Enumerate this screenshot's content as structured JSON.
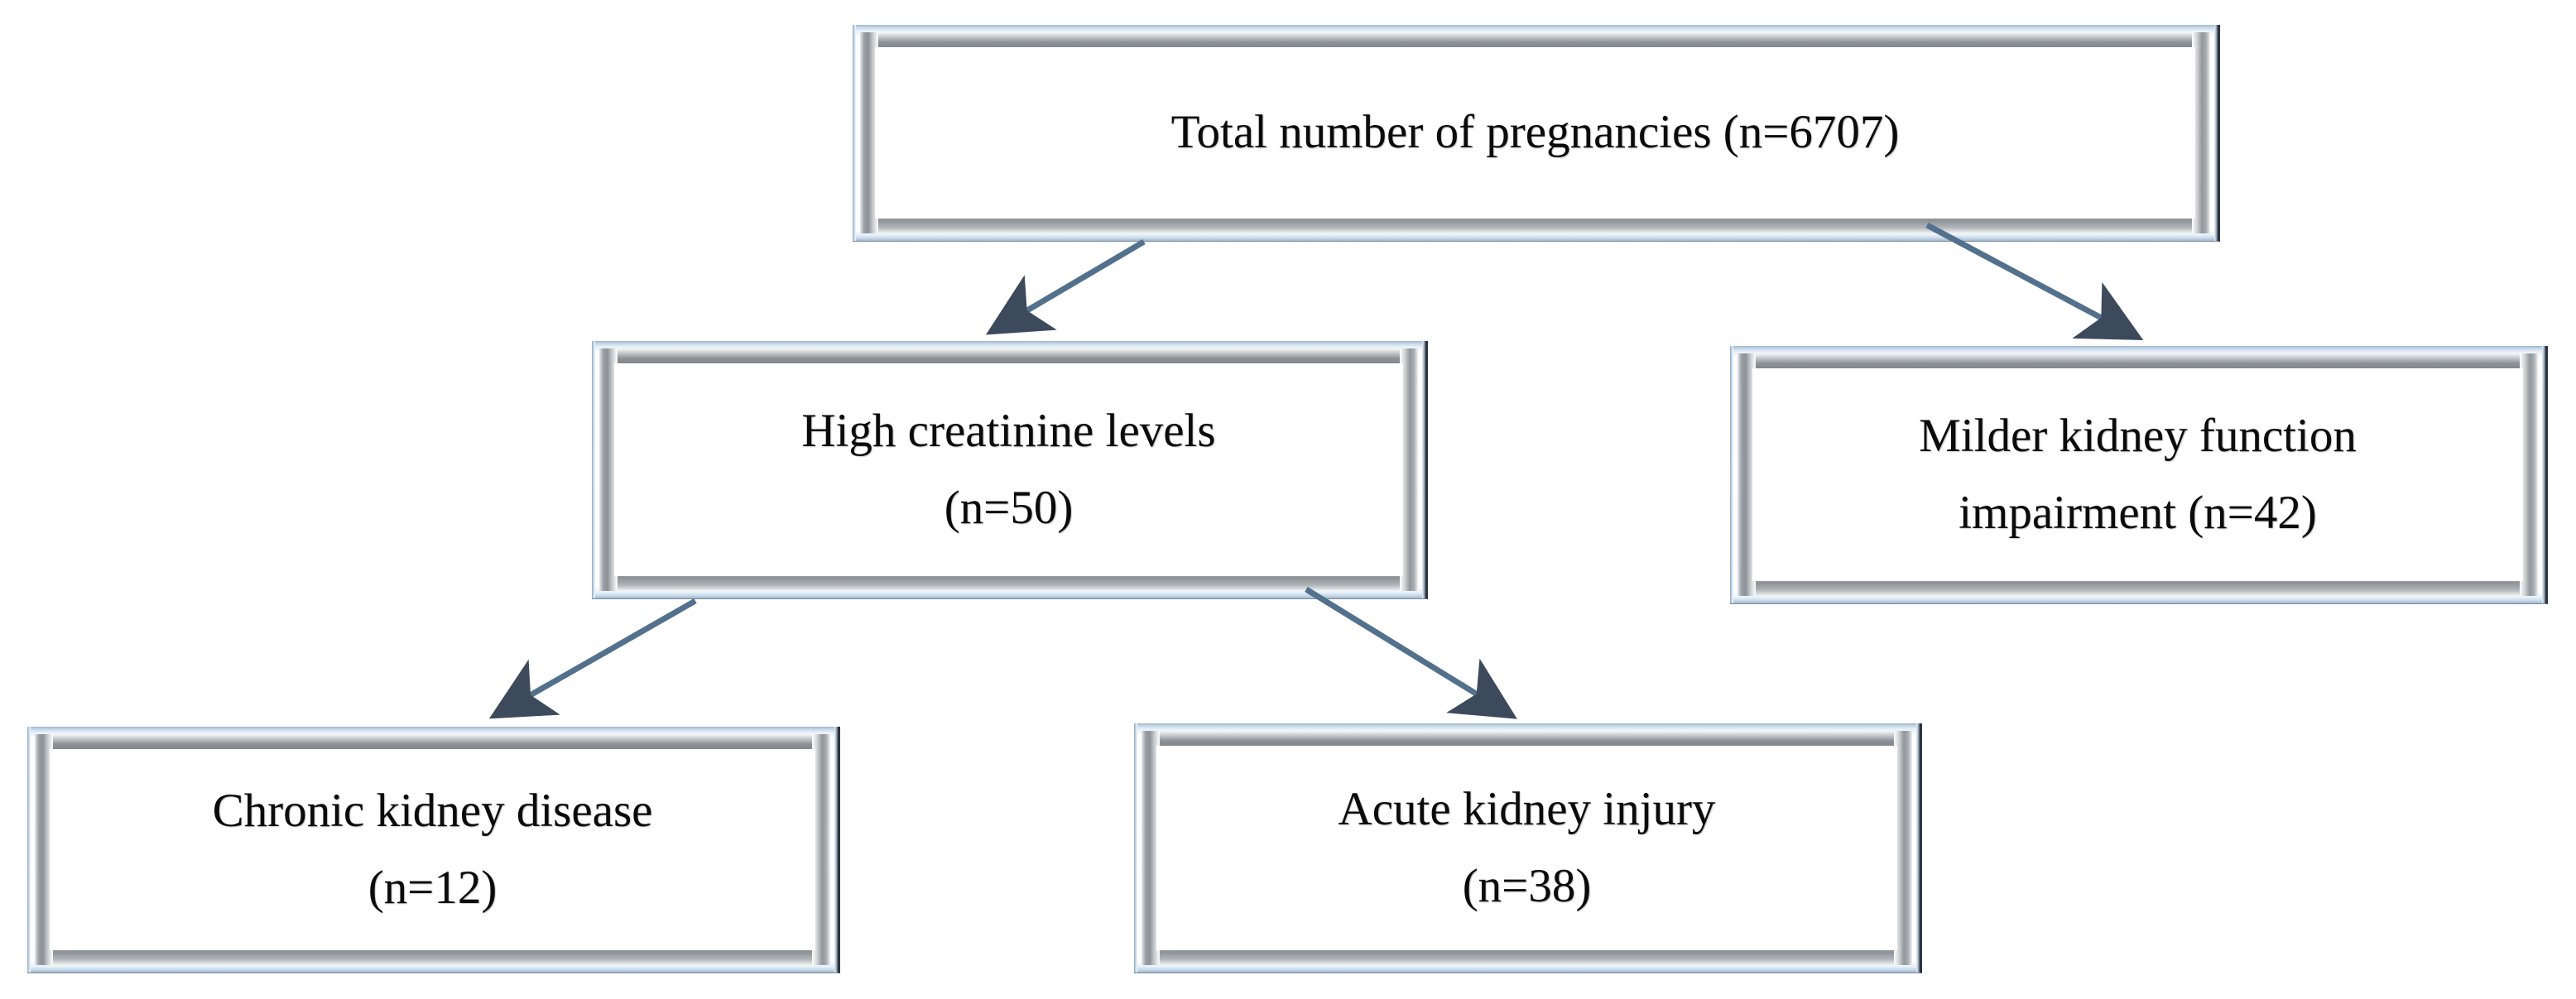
{
  "diagram": {
    "title": "Study population flowchart: pregnancies and kidney outcomes",
    "type": "flowchart",
    "background_color": "#ffffff",
    "box_style": "beveled-3d-metallic",
    "connector_color": "#4a6178",
    "text_color": "#0b0b0b"
  },
  "nodes": [
    {
      "id": "total-pregnancies",
      "lines": [
        "Total number of pregnancies (n=6707)"
      ],
      "label": "Total number of pregnancies",
      "count": 6707,
      "level": 0
    },
    {
      "id": "high-creatinine",
      "lines": [
        "High creatinine levels",
        "(n=50)"
      ],
      "label": "High creatinine levels",
      "count": 50,
      "level": 1
    },
    {
      "id": "milder-impairment",
      "lines": [
        "Milder kidney function",
        "impairment (n=42)"
      ],
      "label": "Milder kidney function impairment",
      "count": 42,
      "level": 1
    },
    {
      "id": "chronic-kidney-disease",
      "lines": [
        "Chronic kidney disease",
        "(n=12)"
      ],
      "label": "Chronic kidney disease",
      "count": 12,
      "level": 2
    },
    {
      "id": "acute-kidney-injury",
      "lines": [
        "Acute kidney injury",
        "(n=38)"
      ],
      "label": "Acute kidney injury",
      "count": 38,
      "level": 2
    }
  ],
  "edges": [
    {
      "id": "edge-total-to-high-creatinine",
      "from": "total-pregnancies",
      "to": "high-creatinine",
      "arrowhead": "solid-triangle"
    },
    {
      "id": "edge-total-to-milder",
      "from": "total-pregnancies",
      "to": "milder-impairment",
      "arrowhead": "solid-triangle"
    },
    {
      "id": "edge-high-to-ckd",
      "from": "high-creatinine",
      "to": "chronic-kidney-disease",
      "arrowhead": "solid-triangle"
    },
    {
      "id": "edge-high-to-aki",
      "from": "high-creatinine",
      "to": "acute-kidney-injury",
      "arrowhead": "solid-triangle"
    }
  ]
}
